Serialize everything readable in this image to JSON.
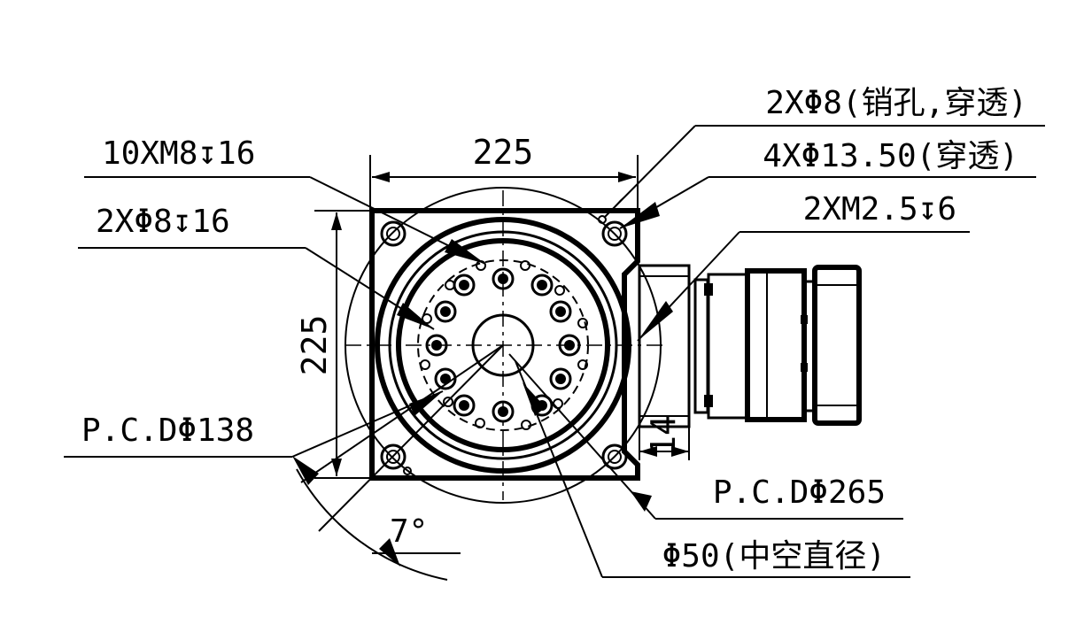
{
  "dimensions": {
    "width_top": "225",
    "height_left": "225",
    "offset_right": "14",
    "angle": "7°"
  },
  "callouts": {
    "pin_holes": "2XΦ8(销孔,穿透)",
    "through_holes": "4XΦ13.50(穿透)",
    "small_tapped": "2XM2.5↧6",
    "tapped_m8": "10XM8↧16",
    "hole_8_depth": "2XΦ8↧16",
    "pcd_138": "P.C.DΦ138",
    "pcd_265": "P.C.DΦ265",
    "hollow_bore": "Φ50(中空直径)"
  }
}
